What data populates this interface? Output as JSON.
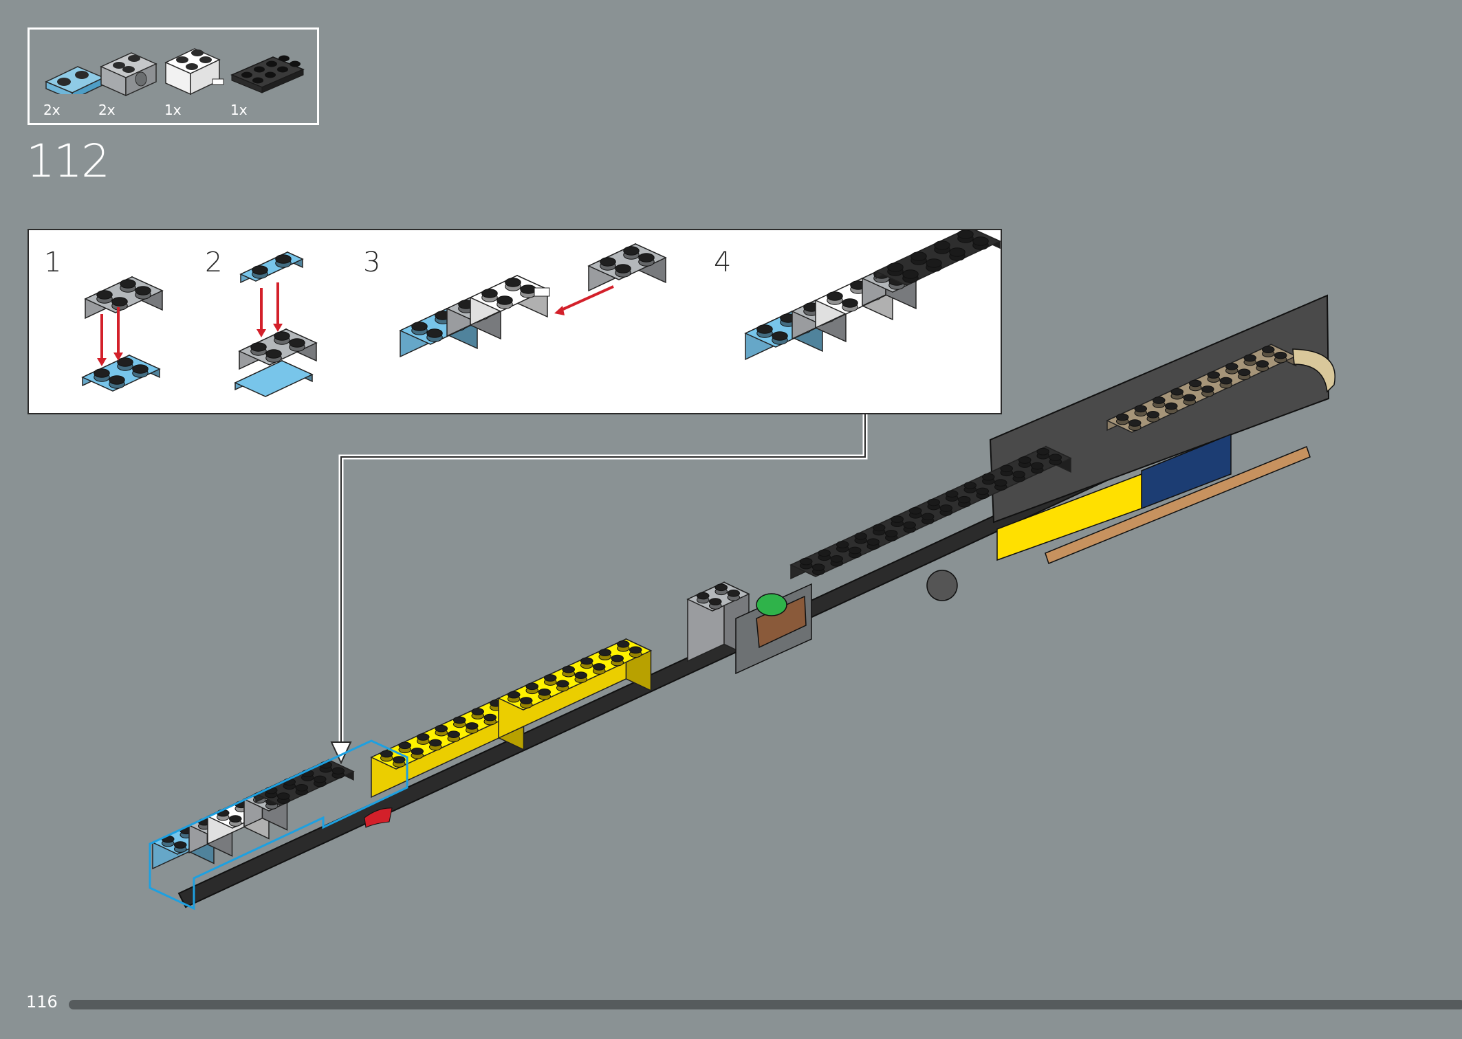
{
  "parts_list": [
    {
      "qty": "2x",
      "icon": "light-blue-plate-1x2-icon",
      "color": "#6fb6d9"
    },
    {
      "qty": "2x",
      "icon": "gray-bracket-brick-icon",
      "color": "#a7aaad"
    },
    {
      "qty": "1x",
      "icon": "white-brick-with-pin-icon",
      "color": "#f4f4f4"
    },
    {
      "qty": "1x",
      "icon": "black-plate-2x4-icon",
      "color": "#2b2b2b"
    }
  ],
  "step": {
    "number": "112"
  },
  "substeps": [
    {
      "number": "1"
    },
    {
      "number": "2"
    },
    {
      "number": "3"
    },
    {
      "number": "4"
    }
  ],
  "footer": {
    "page_number": "116"
  },
  "colors": {
    "arrow_red": "#d3202a",
    "highlight_blue": "#1ea0e0",
    "brick_yellow": "#ffe000",
    "brick_black": "#2b2b2b",
    "brick_gray": "#a7aaad",
    "brick_tan": "#9a8a70",
    "brick_blue": "#1c3d73",
    "brick_orange": "#c7925f",
    "brick_light_blue": "#6fb6d9"
  }
}
